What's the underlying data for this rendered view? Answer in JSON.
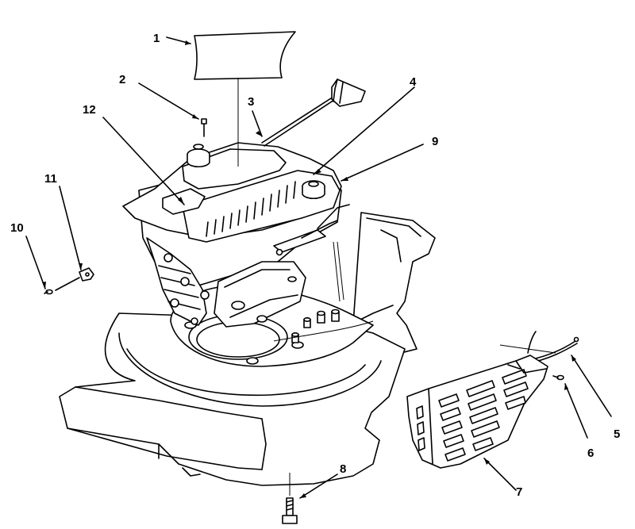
{
  "callouts": [
    {
      "id": "1",
      "part": "decal"
    },
    {
      "id": "2",
      "part": "screw"
    },
    {
      "id": "3",
      "part": "throttle-cable"
    },
    {
      "id": "4",
      "part": "engine"
    },
    {
      "id": "5",
      "part": "cable"
    },
    {
      "id": "6",
      "part": "screw"
    },
    {
      "id": "7",
      "part": "shield"
    },
    {
      "id": "8",
      "part": "bolt"
    },
    {
      "id": "9",
      "part": "engine-shroud"
    },
    {
      "id": "10",
      "part": "screw"
    },
    {
      "id": "11",
      "part": "bracket"
    },
    {
      "id": "12",
      "part": "decal"
    }
  ]
}
